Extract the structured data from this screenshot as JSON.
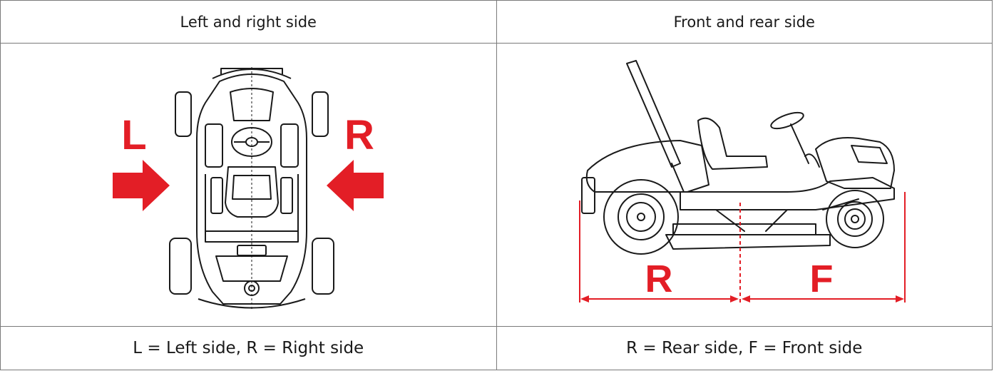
{
  "headers": [
    "Left and right side",
    "Front and rear side"
  ],
  "captions": [
    "L = Left side, R = Right side",
    "R = Rear side, F = Front side"
  ],
  "labels": {
    "left": "L",
    "right": "R",
    "rear": "R",
    "front": "F"
  },
  "colors": {
    "accent": "#e31e26",
    "line": "#1a1a1a",
    "border": "#7a7a7a"
  }
}
